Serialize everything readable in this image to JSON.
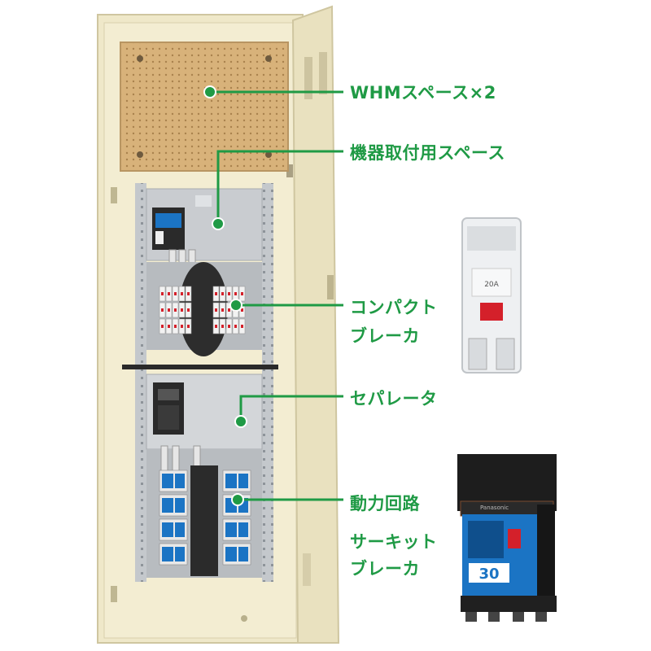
{
  "labels": {
    "whm_space": "WHMスペース×2",
    "device_space": "機器取付用スペース",
    "compact_breaker_line1": "コンパクト",
    "compact_breaker_line2": "ブレーカ",
    "separator": "セパレータ",
    "power_circuit_line1": "動力回路",
    "power_circuit_line2": "サーキット",
    "power_circuit_line3": "ブレーカ"
  },
  "colors": {
    "label_green": "#1f9a45",
    "cabinet_body": "#efe8c9",
    "mount_board": "#d9b37c",
    "panel_gray": "#c9ccd0",
    "breaker_blue": "#1b74c4",
    "breaker_black": "#262626"
  },
  "product_insets": {
    "compact_breaker_rating": "20A",
    "power_breaker_rating": "30",
    "power_breaker_brand": "Panasonic"
  }
}
